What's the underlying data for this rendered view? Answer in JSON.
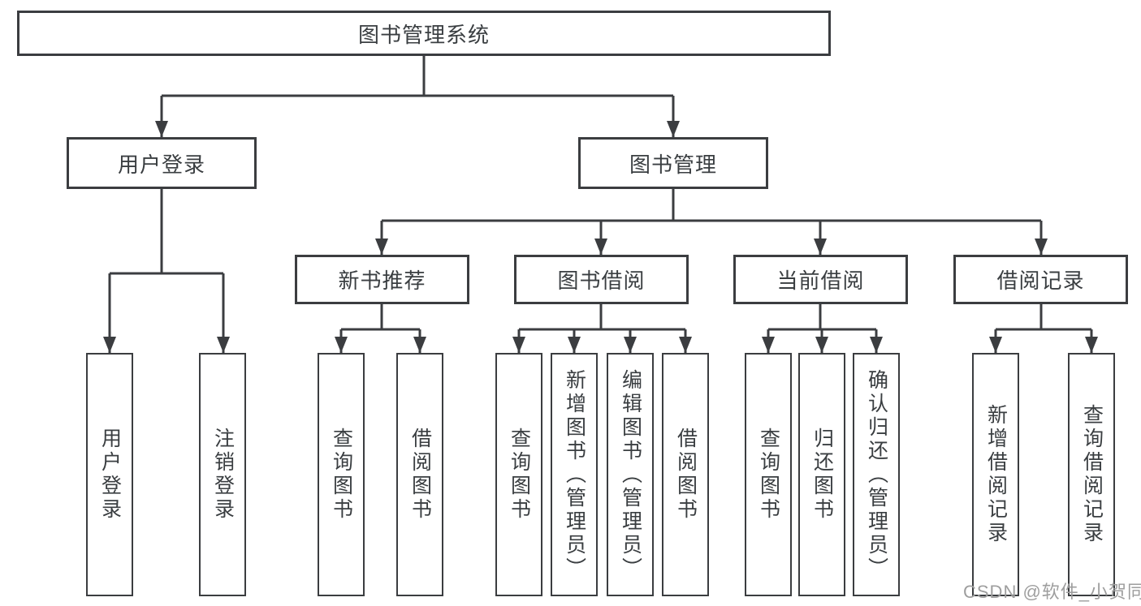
{
  "colors": {
    "line": "#3b3d40",
    "box_border": "#3b3d40",
    "box_fill": "#ffffff",
    "text": "#3a3e41",
    "watermark": "#9e9e9e"
  },
  "tree": {
    "label": "图书管理系统",
    "children": [
      {
        "label": "用户登录",
        "children": [
          {
            "label": "用户登录"
          },
          {
            "label": "注销登录"
          }
        ]
      },
      {
        "label": "图书管理",
        "children": [
          {
            "label": "新书推荐",
            "children": [
              {
                "label": "查询图书"
              },
              {
                "label": "借阅图书"
              }
            ]
          },
          {
            "label": "图书借阅",
            "children": [
              {
                "label": "查询图书"
              },
              {
                "label": "新增图书（管理员）"
              },
              {
                "label": "编辑图书（管理员）"
              },
              {
                "label": "借阅图书"
              }
            ]
          },
          {
            "label": "当前借阅",
            "children": [
              {
                "label": "查询图书"
              },
              {
                "label": "归还图书"
              },
              {
                "label": "确认归还（管理员）"
              }
            ]
          },
          {
            "label": "借阅记录",
            "children": [
              {
                "label": "新增借阅记录"
              },
              {
                "label": "查询借阅记录"
              }
            ]
          }
        ]
      }
    ]
  },
  "watermark": {
    "text": "CSDN @软件_小贺同学"
  }
}
